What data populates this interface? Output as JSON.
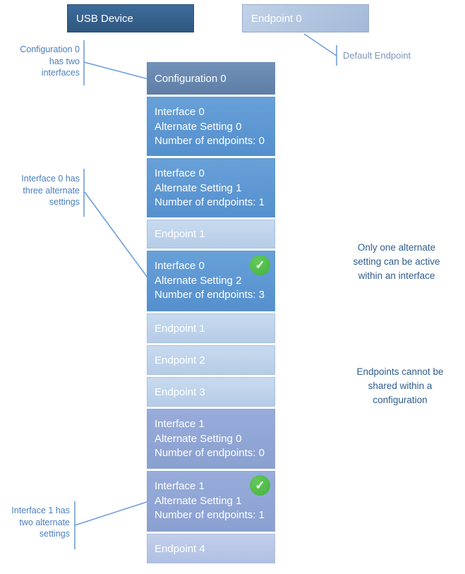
{
  "top_row": {
    "usb_device_label": "USB Device",
    "endpoint0_label": "Endpoint 0"
  },
  "stack": [
    {
      "label": "Configuration 0"
    },
    {
      "lines": [
        "Interface 0",
        "Alternate Setting 0",
        "Number of endpoints: 0"
      ]
    },
    {
      "lines": [
        "Interface 0",
        "Alternate Setting 1",
        "Number of endpoints: 1"
      ]
    },
    {
      "label": "Endpoint 1"
    },
    {
      "lines": [
        "Interface 0",
        "Alternate Setting 2",
        "Number of endpoints: 3"
      ],
      "active": true
    },
    {
      "label": "Endpoint 1"
    },
    {
      "label": "Endpoint 2"
    },
    {
      "label": "Endpoint 3"
    },
    {
      "lines": [
        "Interface 1",
        "Alternate Setting 0",
        "Number of endpoints: 0"
      ]
    },
    {
      "lines": [
        "Interface 1",
        "Alternate Setting 1",
        "Number of endpoints: 1"
      ],
      "active": true
    },
    {
      "label": "Endpoint 4"
    }
  ],
  "annotations": {
    "configuration": {
      "lines": [
        "Configuration 0",
        "has two",
        "interfaces"
      ]
    },
    "interface0": {
      "lines": [
        "Interface 0 has",
        "three alternate",
        "settings"
      ]
    },
    "interface1": {
      "lines": [
        "Interface 1 has",
        "two alternate",
        "settings"
      ]
    },
    "default_endpoint": "Default Endpoint",
    "note_alternate": {
      "lines": [
        "Only one alternate",
        "setting can be active",
        "within an interface"
      ]
    },
    "note_endpoints": {
      "lines": [
        "Endpoints cannot be",
        "shared within a",
        "configuration"
      ]
    }
  },
  "icons": {
    "active_check": "✓"
  },
  "colors": {
    "usb_device_fill": "#34608c",
    "configuration_fill": "#6a88b0",
    "interface0_fill": "#5b96d2",
    "interface1_fill": "#92a8d6",
    "endpoint_light_fill": "#bed3eb",
    "endpoint4_fill": "#b8c6e5",
    "endpoint0_top_fill": "#b2c5df",
    "active_check_green": "#4cb748",
    "callout_text": "#4a7ebe",
    "note_text": "#2f5d8f",
    "connector_line": "#6f9fd8"
  }
}
